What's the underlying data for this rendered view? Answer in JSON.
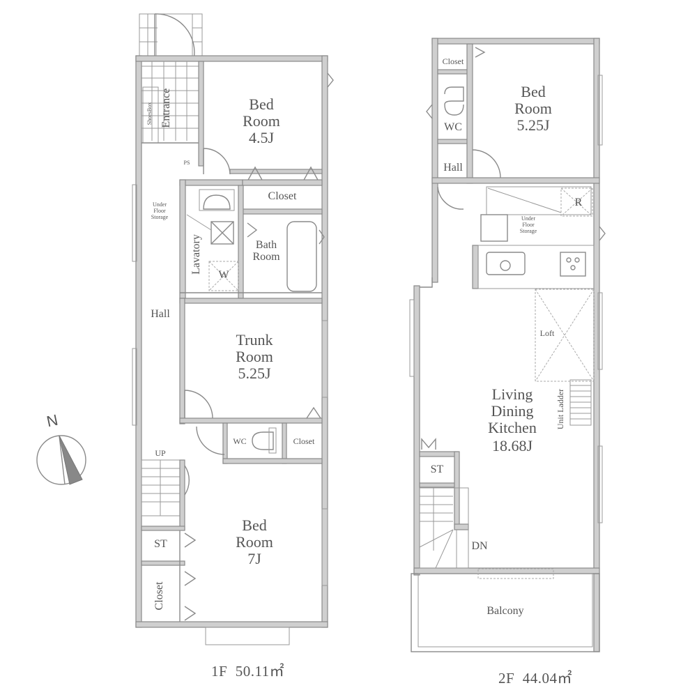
{
  "floor1": {
    "title": "1F",
    "area": "50.11㎡",
    "rooms": {
      "entrance": "Entrance",
      "shoes_box": "ShoesBox",
      "bedroom_a": {
        "name": "Bed\nRoom",
        "size": "4.5J"
      },
      "ps": "PS",
      "closet_top": "Closet",
      "under_floor_storage": "Under\nFloor\nStorage",
      "lavatory": "Lavatory",
      "washer": "W",
      "bath": "Bath\nRoom",
      "hall": "Hall",
      "trunk": {
        "name": "Trunk\nRoom",
        "size": "5.25J"
      },
      "wc": "WC",
      "closet_mid": "Closet",
      "up": "UP",
      "st": "ST",
      "bedroom_b": {
        "name": "Bed\nRoom",
        "size": "7J"
      },
      "closet_bottom": "Closet"
    }
  },
  "floor2": {
    "title": "2F",
    "area": "44.04㎡",
    "rooms": {
      "closet": "Closet",
      "wc": "WC",
      "hall": "Hall",
      "bedroom": {
        "name": "Bed\nRoom",
        "size": "5.25J"
      },
      "refrigerator": "R",
      "under_floor_storage": "Under\nFloor\nStorage",
      "loft": "Loft",
      "unit_ladder": "Unit Ladder",
      "ldk": {
        "name": "Living\nDining\nKitchen",
        "size": "18.68J"
      },
      "st": "ST",
      "dn": "DN",
      "balcony": "Balcony"
    }
  },
  "compass": {
    "label": "N"
  }
}
